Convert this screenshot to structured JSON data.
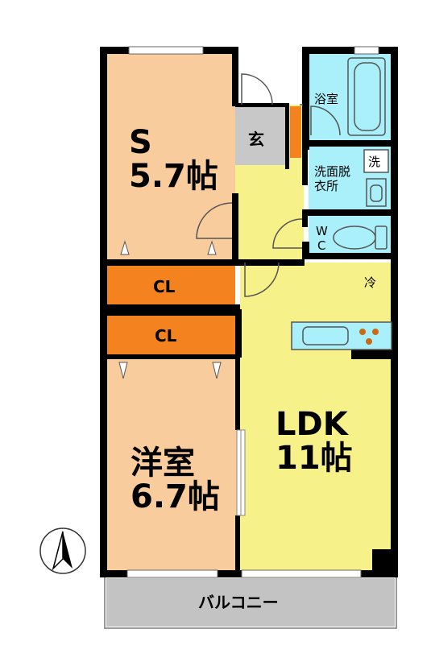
{
  "rooms": {
    "s_room": {
      "name": "S",
      "size": "5.7帖"
    },
    "western_room": {
      "name": "洋室",
      "size": "6.7帖"
    },
    "ldk": {
      "name": "LDK",
      "size": "11帖"
    },
    "closet_upper": "CL",
    "closet_lower": "CL",
    "entrance": "玄",
    "bathroom": "浴室",
    "washroom": {
      "line1": "洗面脱",
      "line2": "衣所"
    },
    "washer": "洗",
    "toilet": {
      "line1": "W",
      "line2": "C"
    },
    "fridge": "冷",
    "balcony": "バルコニー"
  },
  "colors": {
    "room_peach": "#f9cc9e",
    "ldk_yellow": "#f7f18a",
    "closet_orange": "#f4821f",
    "wet_cyan": "#aaf0fa",
    "balcony_gray": "#c3c3c3",
    "entrance_gray": "#c8c8c8",
    "wall": "#000000"
  }
}
